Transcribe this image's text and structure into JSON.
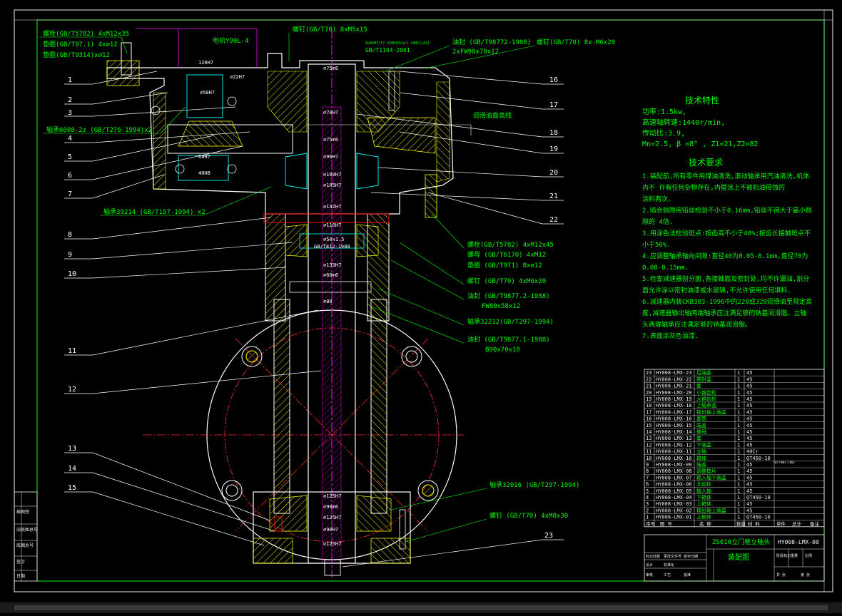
{
  "colors": {
    "background": "#000000",
    "frame": "#f0f0f0",
    "border": "#00ff00",
    "text": "#00ff00",
    "leader": "#00cc00",
    "body": "#ffffff",
    "hatch": "#ffff00",
    "center": "#ff3030",
    "shaft": "#ff00ff",
    "axis": "#ff00ff",
    "inner": "#00ffff",
    "scroll": "#cfcfcf"
  },
  "top_annotations": {
    "bolt_std": "螺栓(GB/T5782) 4xM12x35",
    "washer": "垫圈(GB/T97.1) 4x⌀12",
    "washer_spring": "垫圈(GB/T9314)x⌀12",
    "motor": "电机Y90L-4",
    "screw_top": "螺钉(GB/T70) 8xM5x15",
    "oil_seal_top": "油封 (GB/T98772-1988)",
    "oil_seal_top_size": "2xFW90x70x12",
    "screw_right": "螺钉(GB/T70) 8x-M6x20",
    "spline": "GB/T1144-2001",
    "spline_fit": "8x46H7/f7 x50H10/a11 x9H11/d11"
  },
  "dimensions": [
    "120H7",
    "⌀22H7",
    "⌀50H7",
    "⌀75m6",
    "⌀70H7",
    "⌀75m6",
    "⌀100H7",
    "⌀105H7",
    "⌀142H7",
    "⌀110H7",
    "⌀50x1.5",
    "GB/T812-1988",
    "⌀133H7",
    "⌀60m6",
    "⌀80",
    "⌀125H7",
    "⌀90m6",
    "⌀125H7",
    "⌀90H7",
    "⌀125H7",
    "68H7",
    "40H8",
    "⌀90H7"
  ],
  "side_annotations": {
    "bearing_6008": "轴承6008-2z (GB/T276-1994)x2",
    "bearing_39214": "轴承39214 (GB/T197-1994) x2",
    "bolt_group": "螺栓(GB/T5782) 4xM12x45",
    "nut": "螺母 (GB/T6170) 4xM12",
    "washer_group": "垫圈 (GB/T971) 8x⌀12",
    "screw_mid": "螺钉 (GB/T70) 4xM6x20",
    "oil_seal_mid": "油封 (GB/T9877.2-1988)",
    "oil_seal_mid_size": "FW80x58x12",
    "bearing_32212": "轴承32212(GB/T297-1994)",
    "oil_seal_low": "油封 (GB/T9877.1-1988)",
    "oil_seal_low_size": "B90x70x10",
    "bearing_32016": "轴承32016 (GB/T297-1994)",
    "screw_low": "螺钉 (GB/T70) 4xM8x30",
    "oil_line": "润滑油面高线"
  },
  "balloons_left": [
    "1",
    "2",
    "3",
    "4",
    "5",
    "6",
    "7",
    "8",
    "9",
    "10",
    "11",
    "12",
    "13",
    "14",
    "15"
  ],
  "balloons_right": [
    "16",
    "17",
    "18",
    "19",
    "20",
    "21",
    "22",
    "23"
  ],
  "tech_specs": {
    "title": "技术特性",
    "lines": [
      "功率:1.5kw,",
      "高速轴转速:1440r/min,",
      "传动比:3.9,",
      "Mn=2.5, β =8° , Z1=21,Z2=82"
    ]
  },
  "tech_requirements": {
    "title": "技术要求",
    "lines": [
      "1.装配前,所有零件用煤油清洗,滚动轴承用汽油清洗,机体",
      "内不      许有任何杂物存在,内壁涂上不被机油侵蚀的",
      "涂料两次.",
      "2.啮合侧隙用铅丝检验不小于0.16mm,铅丝不得大于最小侧",
      "隙的   4倍.",
      "3.用涂色法检验斑点:按齿高不小于40%;按齿长接触斑点不",
      "小于50%.",
      "4.应调整轴承轴向间隙:直径40为0.05-0.1mm,直径70为",
      "0.08-0.15mm.",
      "5.检查减速器剖分面,各接触面及密封处,均不许漏油,剖分",
      "面允许涂以密封油漆或水玻璃,不允许使用任何填料.",
      "6.减速器内装CKB303-1996中的220或320润滑油至规定高",
      "度,减速器输出轴两端轴承应注满足够的钠基润滑脂。立轴",
      "头两端轴承应注满足够的钠基润滑脂。",
      "7.表面涂灰色油漆."
    ]
  },
  "bom": {
    "rows": [
      [
        "23",
        "HY008-LMX-23",
        "后端盖",
        "1",
        "45"
      ],
      [
        "22",
        "HY008-LMX-22",
        "密封盖",
        "1",
        "45"
      ],
      [
        "21",
        "HY008-LMX-21",
        "套",
        "1",
        "45"
      ],
      [
        "20",
        "HY008-LMX-20",
        "小锥齿轮",
        "1",
        "45"
      ],
      [
        "19",
        "HY008-LMX-19",
        "大锥齿轮",
        "1",
        "45"
      ],
      [
        "18",
        "HY008-LMX-18",
        "上轴承盖",
        "1",
        "45"
      ],
      [
        "17",
        "HY008-LMX-17",
        "输出轴上端盖",
        "1",
        "45"
      ],
      [
        "16",
        "HY008-LMX-16",
        "套筒",
        "1",
        "45"
      ],
      [
        "15",
        "HY008-LMX-15",
        "端盖",
        "1",
        "45"
      ],
      [
        "14",
        "HY008-LMX-14",
        "螺母",
        "1",
        "45"
      ],
      [
        "13",
        "HY008-LMX-13",
        "套",
        "1",
        "45"
      ],
      [
        "12",
        "HY008-LMX-12",
        "下端盖",
        "1",
        "45"
      ],
      [
        "11",
        "HY008-LMX-11",
        "立轴",
        "1",
        "40Cr"
      ],
      [
        "10",
        "HY008-LMX-10",
        "箱体",
        "1",
        "QT450-10"
      ],
      [
        "9",
        "HY008-LMX-09",
        "端盖",
        "1",
        "45"
      ],
      [
        "8",
        "HY008-LMX-08",
        "调整垫片",
        "1",
        "45"
      ],
      [
        "7",
        "HY008-LMX-07",
        "输入轴下端盖",
        "1",
        "45"
      ],
      [
        "6",
        "HY008-LMX-06",
        "大齿轮",
        "1",
        "45"
      ],
      [
        "5",
        "HY008-LMX-05",
        "输入轴",
        "1",
        "45"
      ],
      [
        "4",
        "HY008-LMX-04",
        "下箱体",
        "1",
        "QT450-10"
      ],
      [
        "3",
        "HY008-LMX-03",
        "上箱体",
        "1",
        "45"
      ],
      [
        "2",
        "HY008-LMX-02",
        "输出轴上端盖",
        "1",
        "45"
      ],
      [
        "1",
        "HY008-LMX-01",
        "上箱体",
        "1",
        "QT450-10"
      ]
    ],
    "header": [
      "序号",
      "图 号",
      "名 称",
      "数量",
      "材 料",
      "单件",
      "总计",
      "备注"
    ],
    "title": "ZS010立门框立轴头",
    "drawing_no": "HY008-LMX-00",
    "sheet_name": "装配图",
    "stamp": "SD-F003-1001"
  },
  "title_block": {
    "left_cells": [
      "标记处数",
      "更改文件号",
      "签字日期",
      "设计",
      "标准化",
      "审核",
      "工艺",
      "批准"
    ],
    "right_cells": [
      "阶段标记",
      "重量",
      "比例",
      "共 张",
      "第 张"
    ]
  },
  "left_strip": [
    "描图签",
    "旧底图总号",
    "底图总号",
    "签字",
    "日期"
  ]
}
